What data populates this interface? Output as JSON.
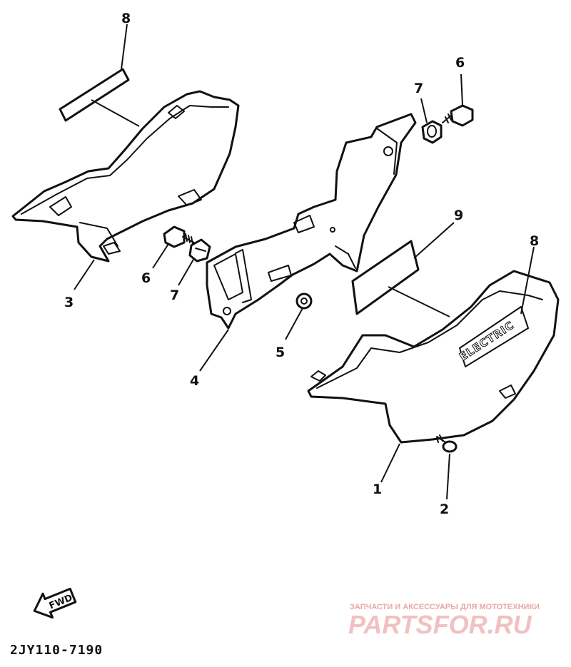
{
  "callouts": {
    "label_1": "1",
    "label_2": "2",
    "label_3": "3",
    "label_4": "4",
    "label_5": "5",
    "label_6_right": "6",
    "label_6_left": "6",
    "label_7_right": "7",
    "label_7_left": "7",
    "label_8_top": "8",
    "label_8_right": "8",
    "label_9": "9"
  },
  "emblem_text": "ELECTRIC",
  "fwd_label": "FWD",
  "diagram_code": "2JY110-7190",
  "watermark": {
    "tagline": "ЗАПЧАСТИ И АКСЕССУАРЫ ДЛЯ МОТОТЕХНИКИ",
    "brand": "PARTSFOR.RU"
  }
}
